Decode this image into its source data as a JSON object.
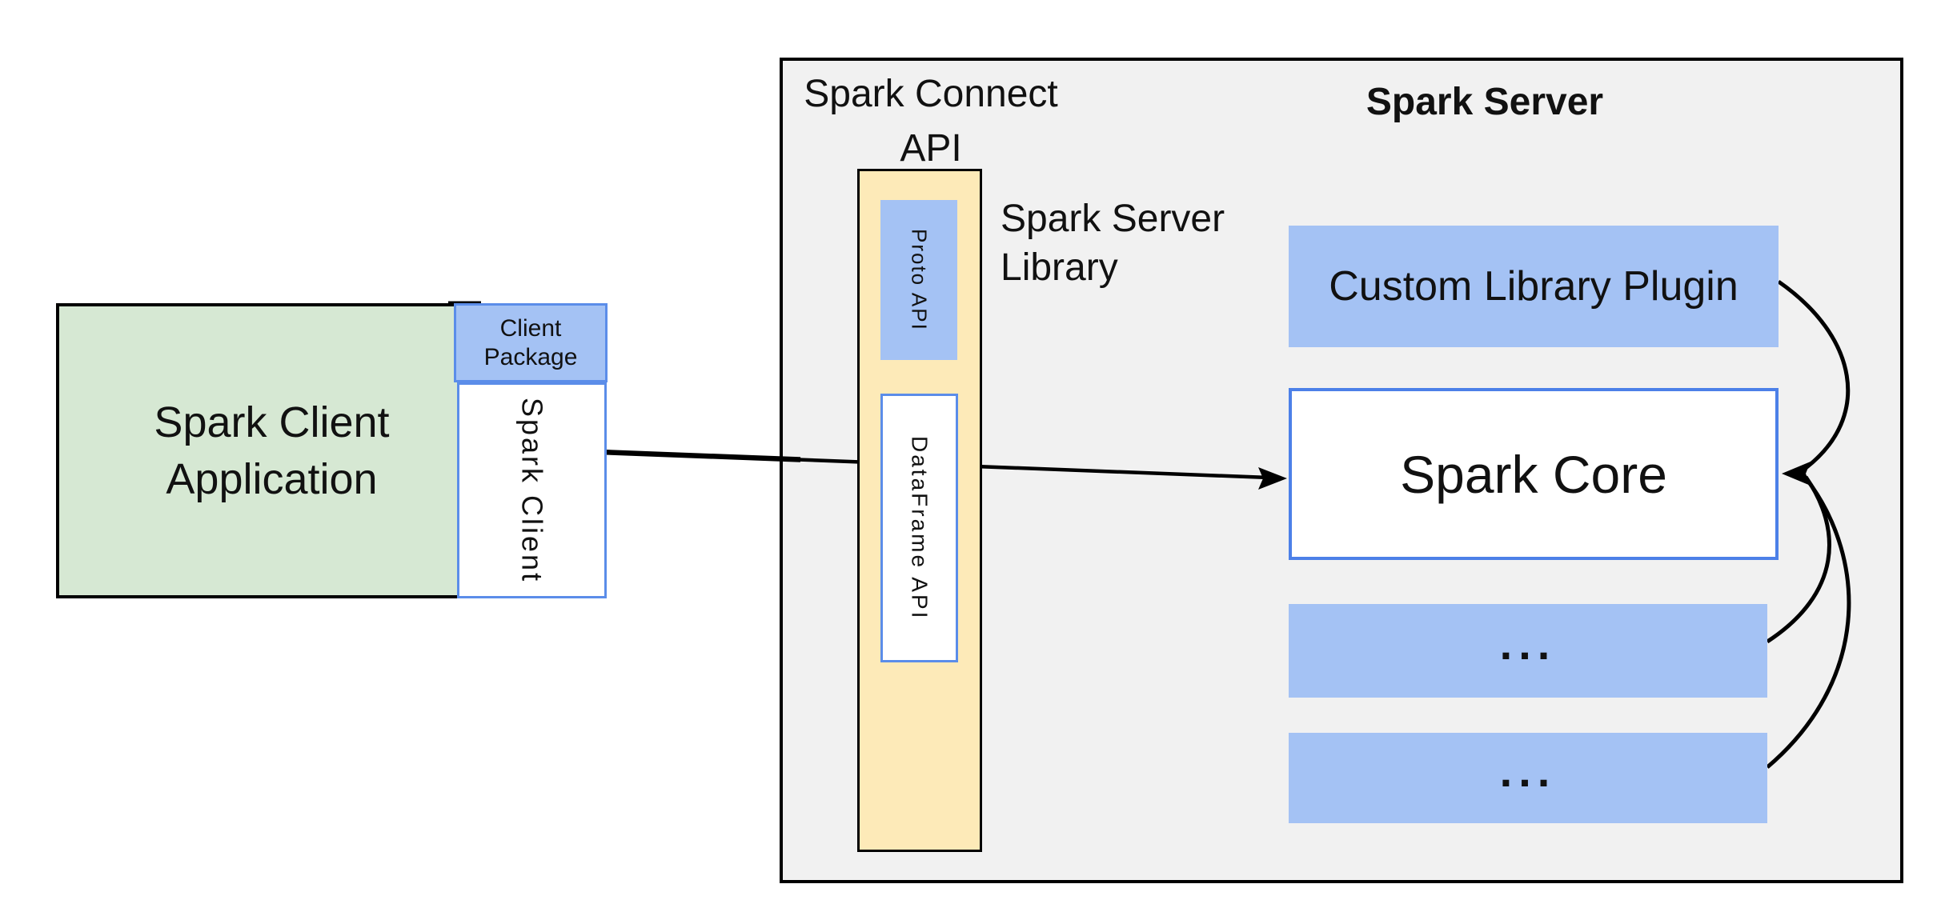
{
  "diagram": {
    "client": {
      "application_label": "Spark Client\nApplication",
      "package_label": "Client\nPackage",
      "spark_client_label": "Spark Client"
    },
    "connect": {
      "title": "Spark Connect\nAPI",
      "proto_api_label": "Proto API",
      "dataframe_api_label": "DataFrame API",
      "server_library_label": "Spark Server\nLibrary"
    },
    "server": {
      "title": "Spark Server",
      "custom_plugin_label": "Custom Library Plugin",
      "spark_core_label": "Spark Core",
      "more_plugins_top_label": "...",
      "more_plugins_bottom_label": "..."
    },
    "colors": {
      "panel_fill": "#f1f1f1",
      "green_fill": "#d6e8d3",
      "blue_fill": "#a4c2f4",
      "cream_fill": "#fdeab8",
      "blue_border": "#5b8de9",
      "core_border": "#4c80e8",
      "line_color": "#000000"
    }
  }
}
